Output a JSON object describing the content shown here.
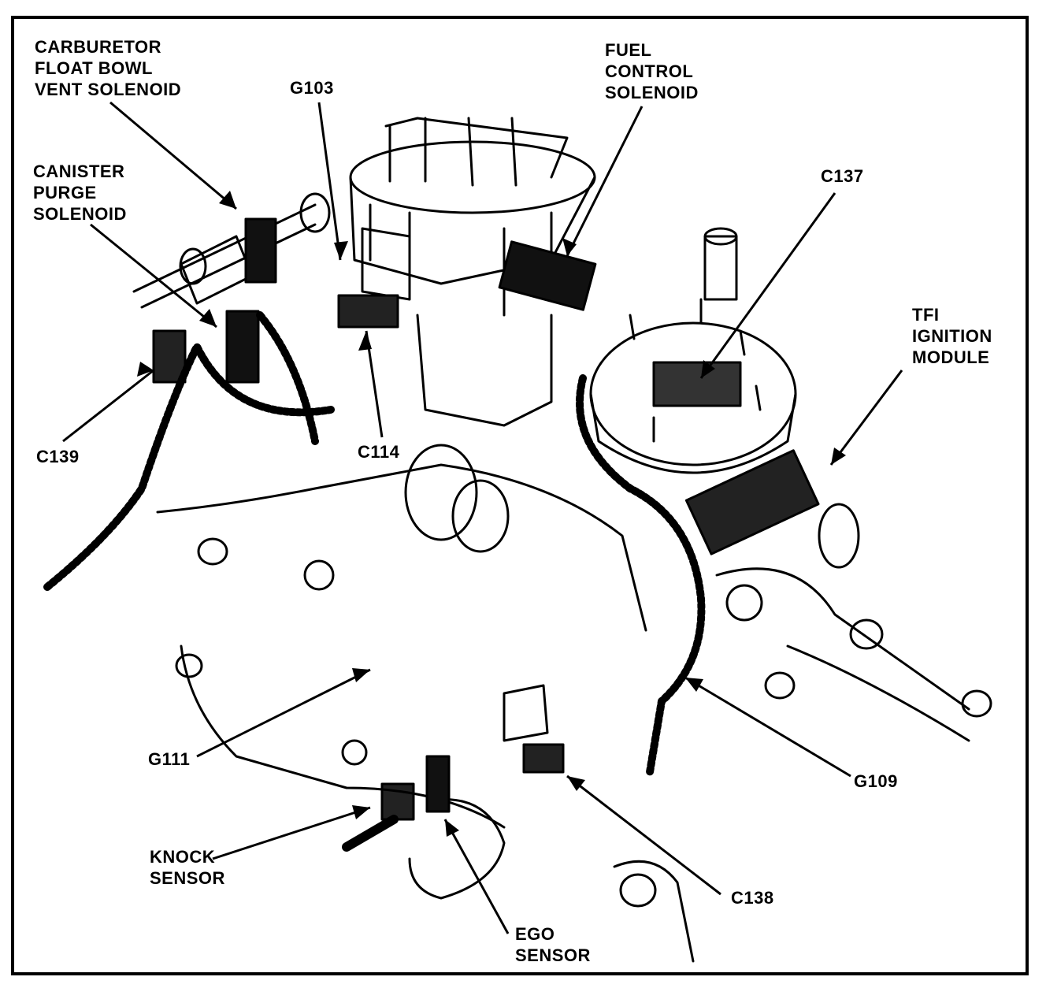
{
  "labels": {
    "carb_vent": [
      "CARBURETOR",
      "FLOAT BOWL",
      "VENT SOLENOID"
    ],
    "g103": "G103",
    "fuel_control": [
      "FUEL",
      "CONTROL",
      "SOLENOID"
    ],
    "c137": "C137",
    "canister_purge": [
      "CANISTER",
      "PURGE",
      "SOLENOID"
    ],
    "tfi_module": [
      "TFI",
      "IGNITION",
      "MODULE"
    ],
    "c139": "C139",
    "c114": "C114",
    "g111": "G111",
    "g109": "G109",
    "knock_sensor": [
      "KNOCK",
      "SENSOR"
    ],
    "c138": "C138",
    "ego_sensor": [
      "EGO",
      "SENSOR"
    ]
  },
  "colors": {
    "ink": "#000000",
    "paper": "#ffffff"
  }
}
